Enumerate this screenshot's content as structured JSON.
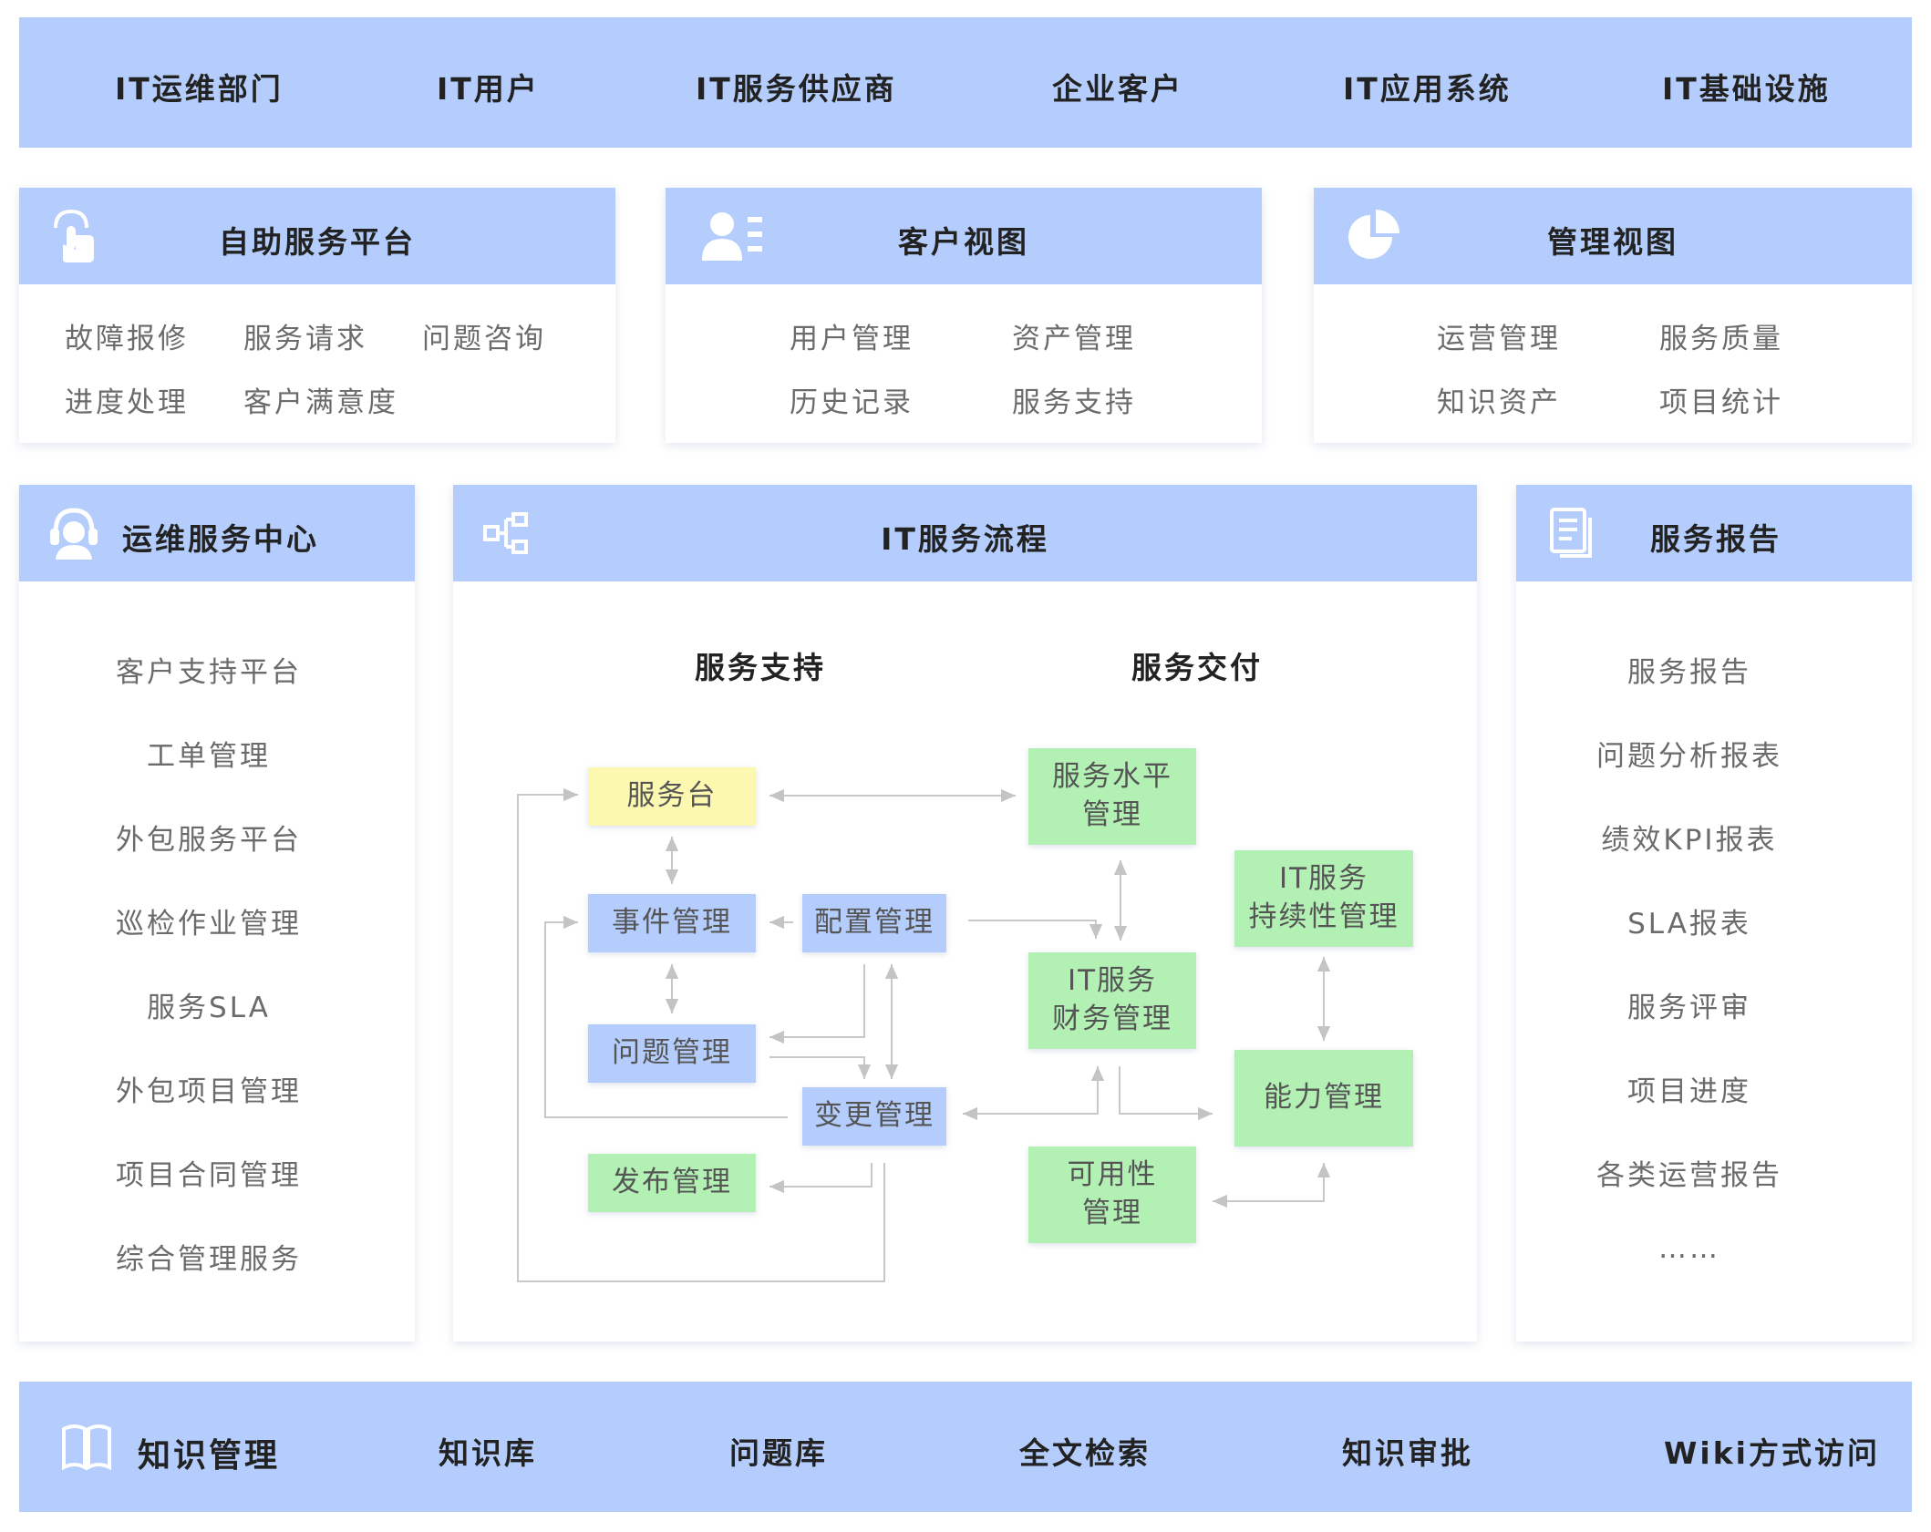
{
  "top_bar": {
    "items": [
      "IT运维部门",
      "IT用户",
      "IT服务供应商",
      "企业客户",
      "IT应用系统",
      "IT基础设施"
    ]
  },
  "self_service": {
    "icon": "touch-hand-icon",
    "title": "自助服务平台",
    "items": [
      "故障报修",
      "服务请求",
      "问题咨询",
      "进度处理",
      "客户满意度"
    ]
  },
  "customer_view": {
    "icon": "user-list-icon",
    "title": "客户视图",
    "items": [
      "用户管理",
      "资产管理",
      "历史记录",
      "服务支持"
    ]
  },
  "management_view": {
    "icon": "pie-chart-icon",
    "title": "管理视图",
    "items": [
      "运营管理",
      "服务质量",
      "知识资产",
      "项目统计"
    ]
  },
  "ops_center": {
    "icon": "headset-icon",
    "title": "运维服务中心",
    "items": [
      "客户支持平台",
      "工单管理",
      "外包服务平台",
      "巡检作业管理",
      "服务SLA",
      "外包项目管理",
      "项目合同管理",
      "综合管理服务"
    ]
  },
  "it_process": {
    "icon": "flow-nodes-icon",
    "title": "IT服务流程",
    "support_label": "服务支持",
    "delivery_label": "服务交付",
    "nodes": {
      "service_desk": "服务台",
      "incident": "事件管理",
      "config": "配置管理",
      "problem": "问题管理",
      "change": "变更管理",
      "release": "发布管理",
      "slm_1": "服务水平",
      "slm_2": "管理",
      "continuity_1": "IT服务",
      "continuity_2": "持续性管理",
      "finance_1": "IT服务",
      "finance_2": "财务管理",
      "capacity": "能力管理",
      "availability_1": "可用性",
      "availability_2": "管理"
    }
  },
  "service_report": {
    "icon": "document-icon",
    "title": "服务报告",
    "items": [
      "服务报告",
      "问题分析报表",
      "绩效KPI报表",
      "SLA报表",
      "服务评审",
      "项目进度",
      "各类运营报告",
      "……"
    ]
  },
  "knowledge": {
    "icon": "open-book-icon",
    "title": "知识管理",
    "items": [
      "知识库",
      "问题库",
      "全文检索",
      "知识审批",
      "Wiki方式访问"
    ]
  },
  "colors": {
    "band": "#b4cdfc",
    "yellow_node": "#fdf8b0",
    "blue_node": "#b4cdfc",
    "green_node": "#b2f0b4"
  }
}
